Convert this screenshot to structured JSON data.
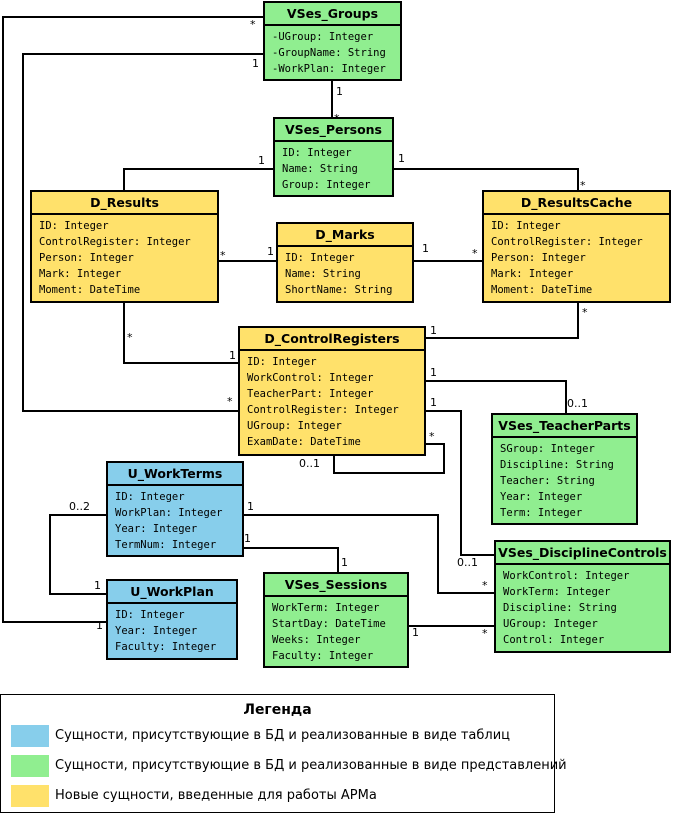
{
  "colors": {
    "table": "#87ceeb",
    "view": "#90ee90",
    "new": "#ffe16b",
    "line": "#000000"
  },
  "entities": {
    "vses_groups": {
      "title": "VSes_Groups",
      "fields": [
        "-UGroup: Integer",
        "-GroupName: String",
        "-WorkPlan: Integer"
      ]
    },
    "vses_persons": {
      "title": "VSes_Persons",
      "fields": [
        "ID: Integer",
        "Name: String",
        "Group: Integer"
      ]
    },
    "d_results": {
      "title": "D_Results",
      "fields": [
        "ID: Integer",
        "ControlRegister: Integer",
        "Person: Integer",
        "Mark: Integer",
        "Moment: DateTime"
      ]
    },
    "d_marks": {
      "title": "D_Marks",
      "fields": [
        "ID: Integer",
        "Name: String",
        "ShortName: String"
      ]
    },
    "d_resultscache": {
      "title": "D_ResultsCache",
      "fields": [
        "ID: Integer",
        "ControlRegister: Integer",
        "Person: Integer",
        "Mark: Integer",
        "Moment: DateTime"
      ]
    },
    "d_controlregisters": {
      "title": "D_ControlRegisters",
      "fields": [
        "ID: Integer",
        "WorkControl: Integer",
        "TeacherPart: Integer",
        "ControlRegister: Integer",
        "UGroup: Integer",
        "ExamDate: DateTime"
      ]
    },
    "vses_teacherparts": {
      "title": "VSes_TeacherParts",
      "fields": [
        "SGroup: Integer",
        "Discipline: String",
        "Teacher: String",
        "Year: Integer",
        "Term: Integer"
      ]
    },
    "u_workterms": {
      "title": "U_WorkTerms",
      "fields": [
        "ID: Integer",
        "WorkPlan: Integer",
        "Year: Integer",
        "TermNum: Integer"
      ]
    },
    "u_workplan": {
      "title": "U_WorkPlan",
      "fields": [
        "ID: Integer",
        "Year: Integer",
        "Faculty: Integer"
      ]
    },
    "vses_sessions": {
      "title": "VSes_Sessions",
      "fields": [
        "WorkTerm: Integer",
        "StartDay: DateTime",
        "Weeks: Integer",
        "Faculty: Integer"
      ]
    },
    "vses_disciplinecontrols": {
      "title": "VSes_DisciplineControls",
      "fields": [
        "WorkControl: Integer",
        "WorkTerm: Integer",
        "Discipline: String",
        "UGroup: Integer",
        "Control: Integer"
      ]
    }
  },
  "multiplicities": {
    "groups_outer_star": "*",
    "groups_outer_one": "1",
    "groups_persons_one": "1",
    "groups_persons_star": "*",
    "persons_results_one": "1",
    "persons_cache_one": "1",
    "persons_cache_star": "*",
    "results_marks_star": "*",
    "results_marks_one": "1",
    "marks_cache_one": "1",
    "marks_cache_star": "*",
    "results_cr_star": "*",
    "results_cr_one": "1",
    "cache_cr_star": "*",
    "cache_cr_one": "1",
    "cr_teacher_one": "1",
    "cr_teacher_zero_one": "0..1",
    "cr_groups_star": "*",
    "cr_dc_one": "1",
    "cr_dc_zero_one": "0..1",
    "cr_self_star": "*",
    "cr_self_zero_one": "0..1",
    "workterms_workplan_zero_two": "0..2",
    "workterms_workplan_one": "1",
    "workplan_groups_one": "1",
    "workterms_dc_one": "1",
    "workterms_sessions_one": "1",
    "sessions_workterms_one": "1",
    "dc_workterms_star": "*",
    "sessions_dc_one": "1",
    "sessions_dc_star": "*"
  },
  "legend": {
    "title": "Легенда",
    "items": [
      "Сущности, присутствующие в БД и реализованные в виде таблиц",
      "Сущности, присутствующие в БД и реализованные в виде представлений",
      "Новые сущности, введенные для работы АРМа"
    ]
  }
}
